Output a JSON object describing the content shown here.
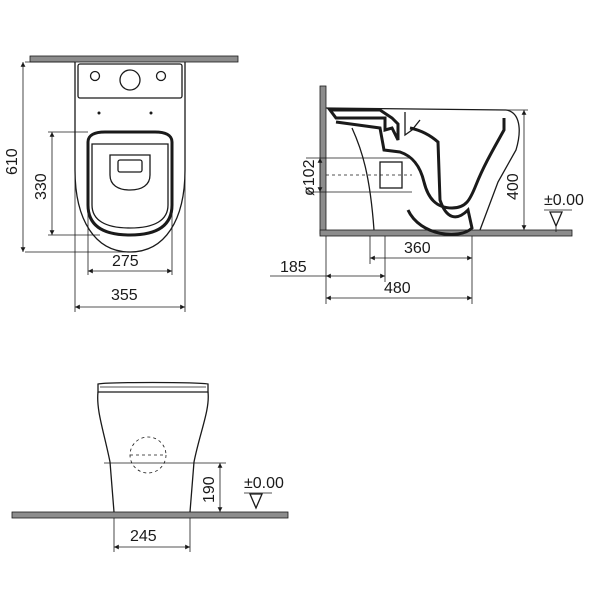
{
  "dimensions": {
    "top_view": {
      "total_depth": "610",
      "seat_depth": "330",
      "seat_width": "275",
      "total_width": "355"
    },
    "side_view": {
      "pipe_diameter": "ø102",
      "height": "400",
      "floor_level": "±0.00",
      "outlet_distance": "360",
      "wall_offset": "185",
      "total_length": "480"
    },
    "front_view": {
      "outlet_height": "190",
      "floor_level": "±0.00",
      "base_width": "245"
    }
  }
}
